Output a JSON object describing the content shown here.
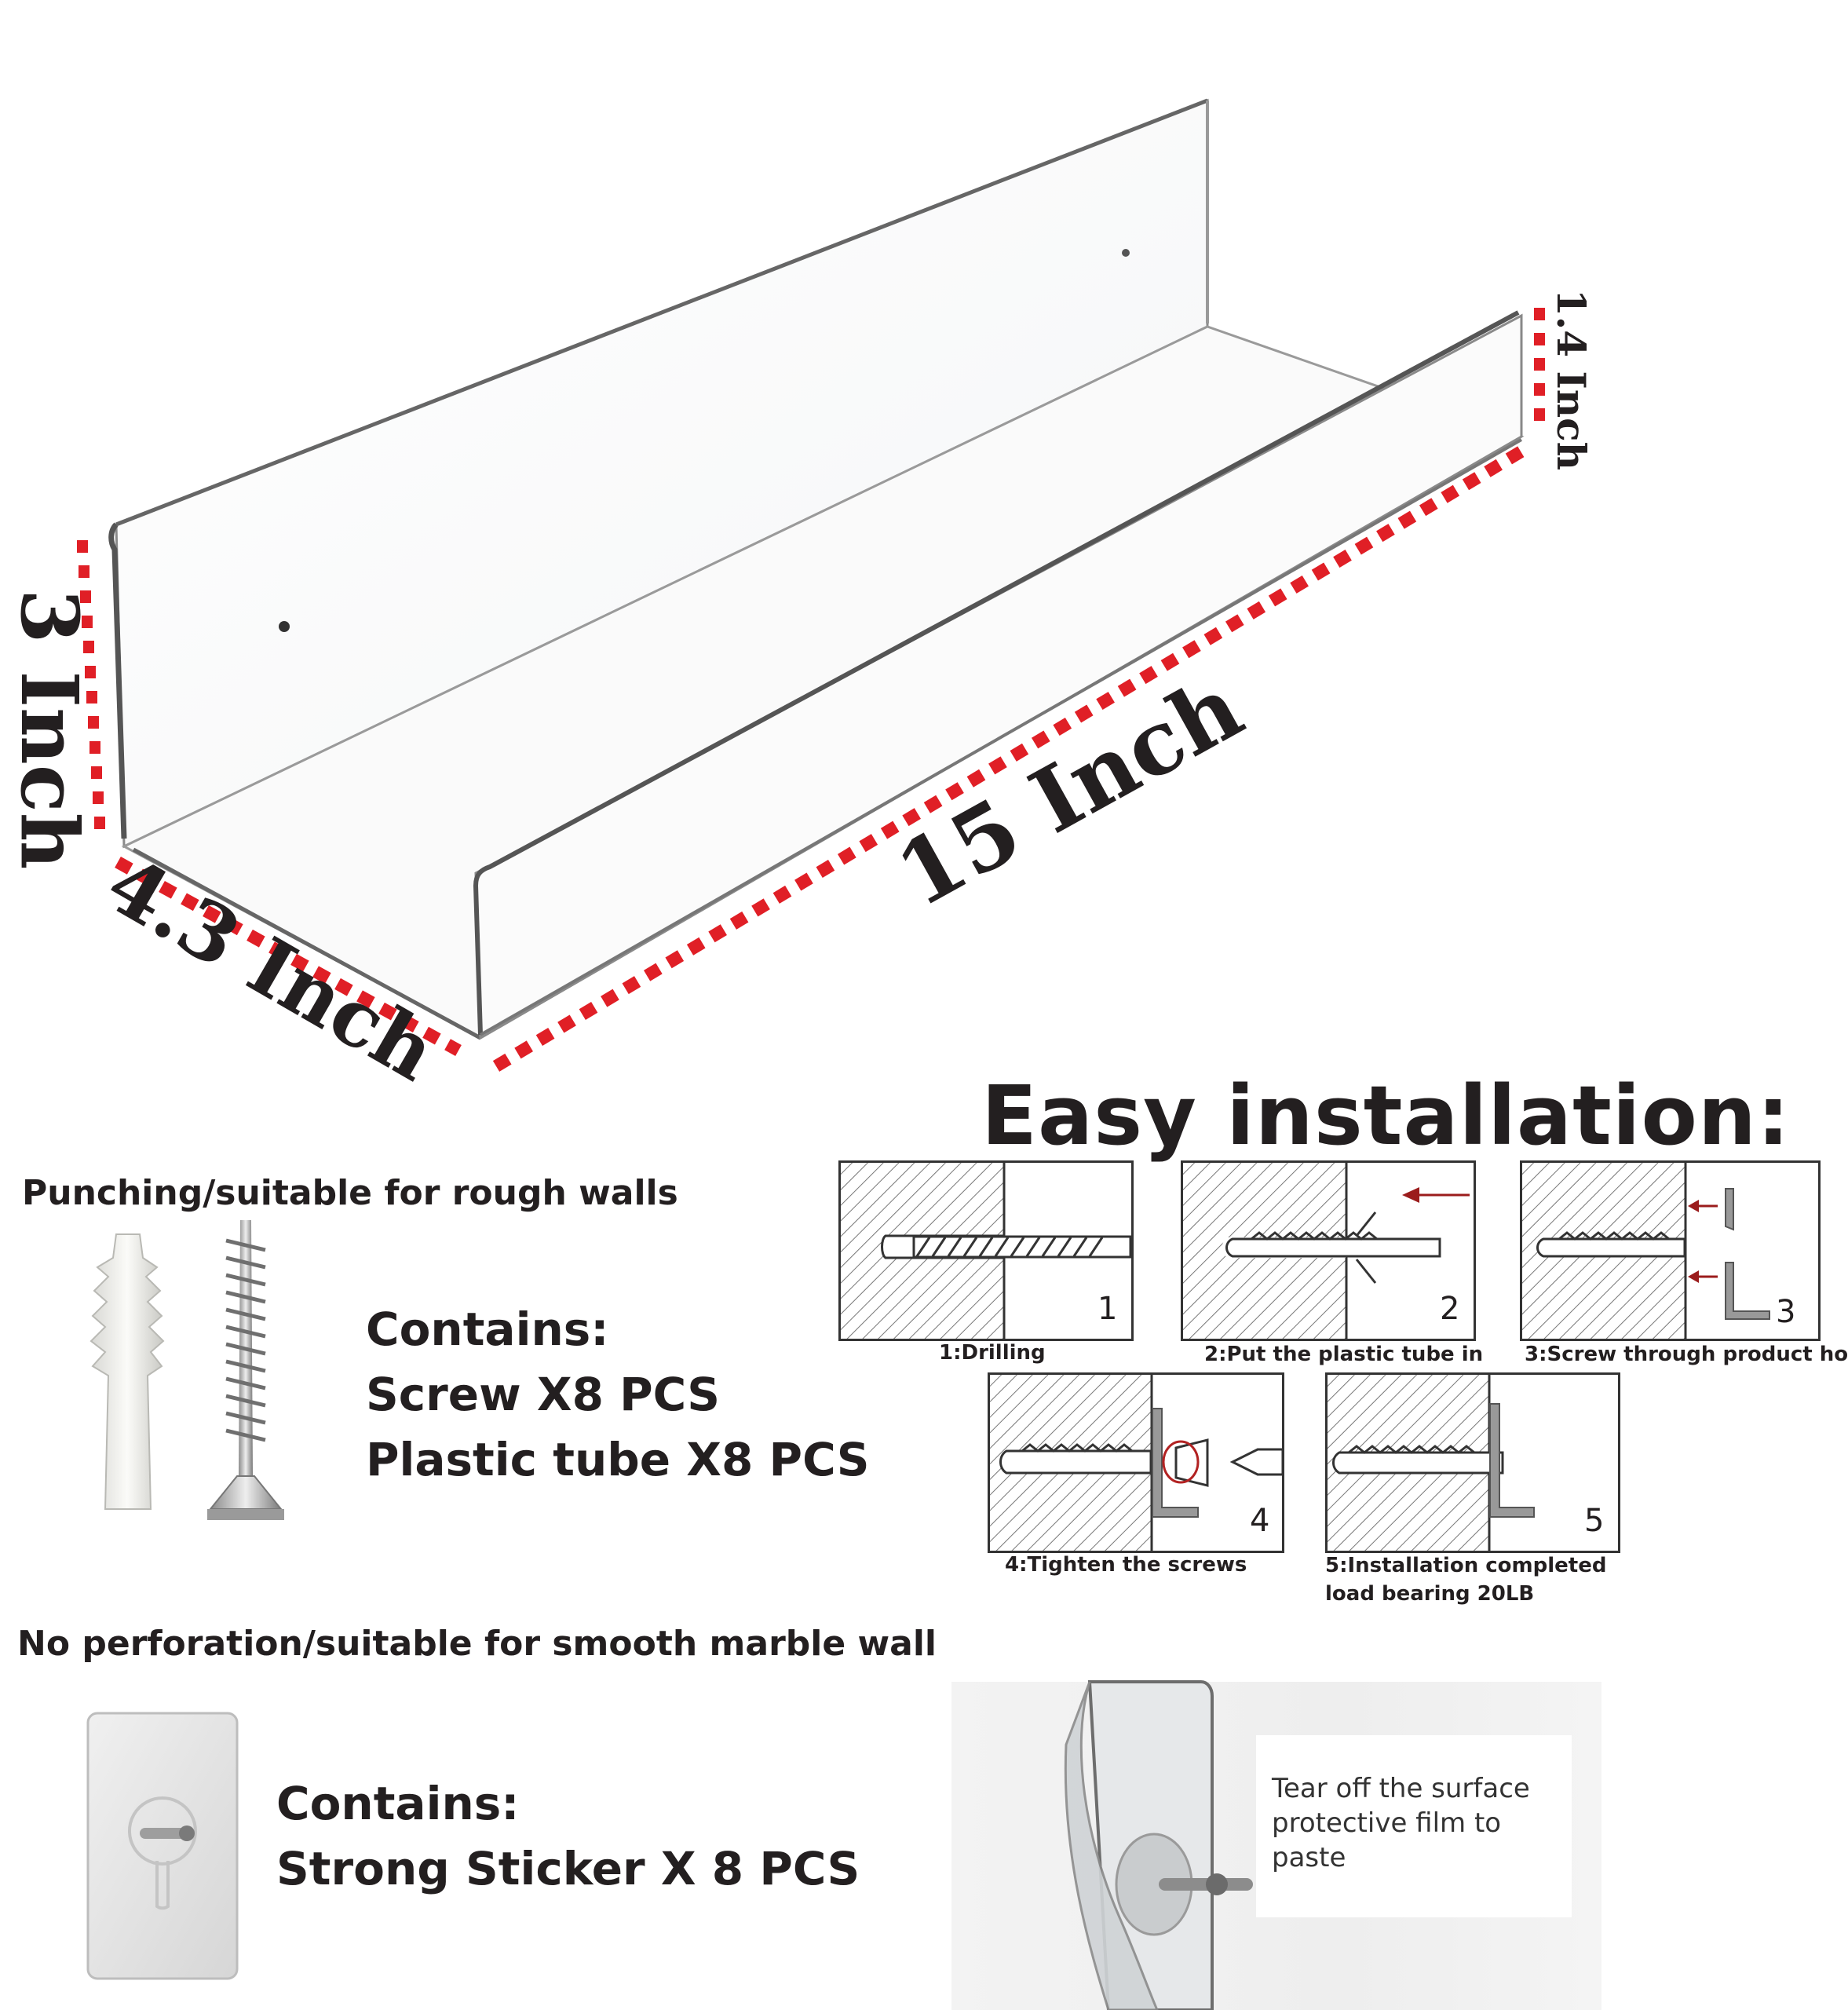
{
  "dimensions": {
    "length": "15 Inch",
    "height_back": "3 Inch",
    "depth": "4.3 Inch",
    "lip_height": "1.4 Inch"
  },
  "punching": {
    "heading": "Punching/suitable for rough walls",
    "contains_label": "Contains:",
    "item1": "Screw X8 PCS",
    "item2": "Plastic tube X8 PCS"
  },
  "no_perforation": {
    "heading": "No perforation/suitable for smooth marble wall",
    "contains_label": "Contains:",
    "item1": "Strong Sticker X 8 PCS"
  },
  "installation": {
    "title": "Easy installation:",
    "steps": [
      {
        "number": "1",
        "caption": "1:Drilling"
      },
      {
        "number": "2",
        "caption": "2:Put the plastic tube in"
      },
      {
        "number": "3",
        "caption": "3:Screw through product ho"
      },
      {
        "number": "4",
        "caption": "4:Tighten the screws"
      },
      {
        "number": "5",
        "caption": "5:Installation completed",
        "caption2": "load bearing 20LB"
      }
    ]
  },
  "sticker_note": {
    "line1": "Tear off the surface",
    "line2": "protective film to paste"
  },
  "colors": {
    "dimension_dots": "#e01f26",
    "text": "#231f20"
  },
  "icons": [
    "wall-anchor-icon",
    "screw-icon",
    "adhesive-sticker-icon",
    "drill-bit-icon",
    "screwdriver-icon",
    "l-bracket-icon"
  ]
}
